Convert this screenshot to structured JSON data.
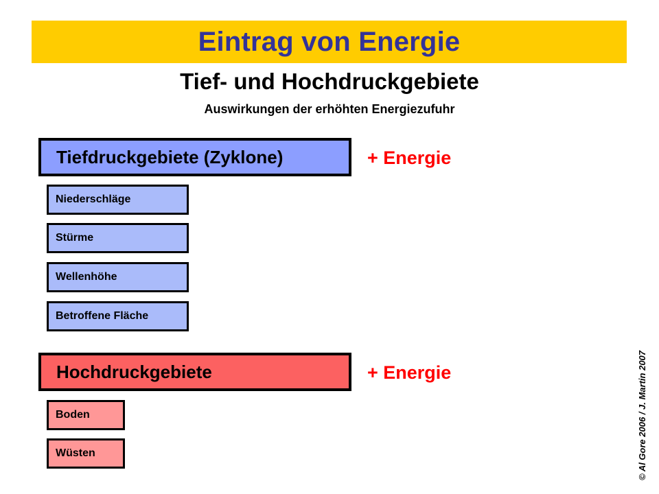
{
  "slide": {
    "title_banner": {
      "text": "Eintrag von Energie",
      "background_color": "#ffcc00",
      "text_color": "#333399"
    },
    "headline": "Tief- und Hochdruckgebiete",
    "subtitle": "Auswirkungen der erhöhten Energiezufuhr",
    "sections": [
      {
        "id": "low-pressure",
        "heading": "Tiefdruckgebiete (Zyklone)",
        "heading_fill": "#8c9eff",
        "sub_fill": "#aabbfa",
        "energy_label": "+ Energie",
        "energy_color": "#ff0000",
        "items": [
          "Niederschläge",
          "Stürme",
          "Wellenhöhe",
          "Betroffene Fläche"
        ]
      },
      {
        "id": "high-pressure",
        "heading": "Hochdruckgebiete",
        "heading_fill": "#fc6161",
        "sub_fill": "#ff9797",
        "energy_label": "+ Energie",
        "energy_color": "#ff0000",
        "items": [
          "Boden",
          "Wüsten"
        ]
      }
    ],
    "copyright": "© Al Gore 2006 / J. Martin 2007"
  }
}
